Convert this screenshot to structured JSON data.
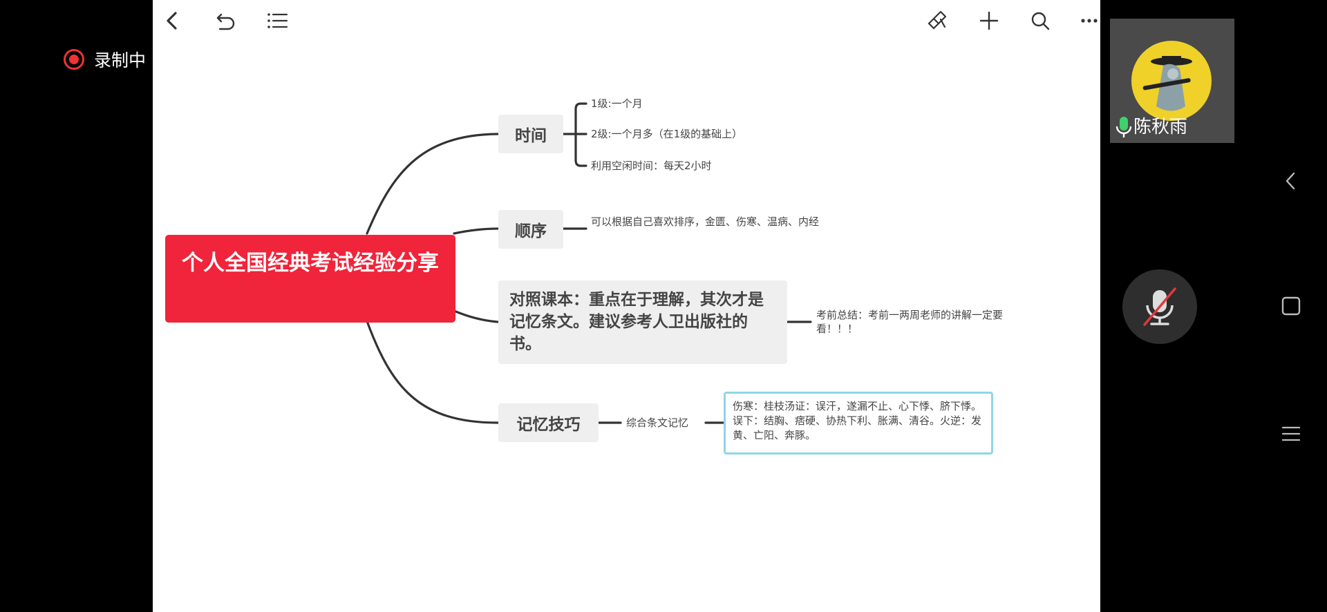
{
  "recording": {
    "label": "录制中"
  },
  "toolbar": {
    "icons": [
      "back-icon",
      "undo-icon",
      "outline-list-icon",
      "style-brush-icon",
      "add-icon",
      "search-icon",
      "more-icon"
    ]
  },
  "mindmap": {
    "root": "个人全国经典考试经验分享",
    "branches": {
      "time": {
        "label": "时间",
        "items": [
          "1级:一个月",
          "2级:一个月多（在1级的基础上）",
          "利用空闲时间：每天2小时"
        ]
      },
      "order": {
        "label": "顺序",
        "note": "可以根据自己喜欢排序，金匮、伤寒、温病、内经"
      },
      "textbook": {
        "label": "对照课本：重点在于理解，其次才是记忆条文。建议参考人卫出版社的书。",
        "note": "考前总结：考前一两周老师的讲解一定要看！！！"
      },
      "memory": {
        "label": "记忆技巧",
        "sub": "综合条文记忆",
        "detail": "伤寒：桂枝汤证：误汗，遂漏不止、心下悸、脐下悸。误下：结胸、痞硬、协热下利、胀满、清谷。火逆：发黄、亡阳、奔豚。"
      }
    }
  },
  "participant": {
    "name": "陈秋雨"
  },
  "colors": {
    "root": "#f0243a",
    "highlight_border": "#8fd6e6",
    "node_bg": "#efefef",
    "rec": "#e33333"
  }
}
